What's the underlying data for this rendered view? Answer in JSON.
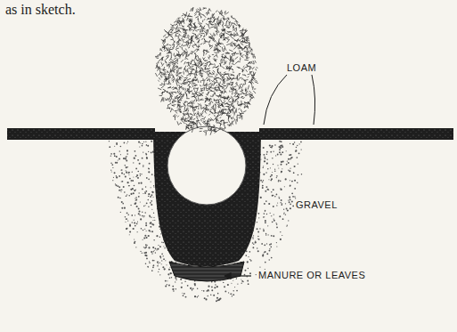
{
  "diagram": {
    "labels": [
      "as in sketch.",
      "LOAM",
      "GRAVEL",
      "MANURE OR LEAVES"
    ]
  }
}
